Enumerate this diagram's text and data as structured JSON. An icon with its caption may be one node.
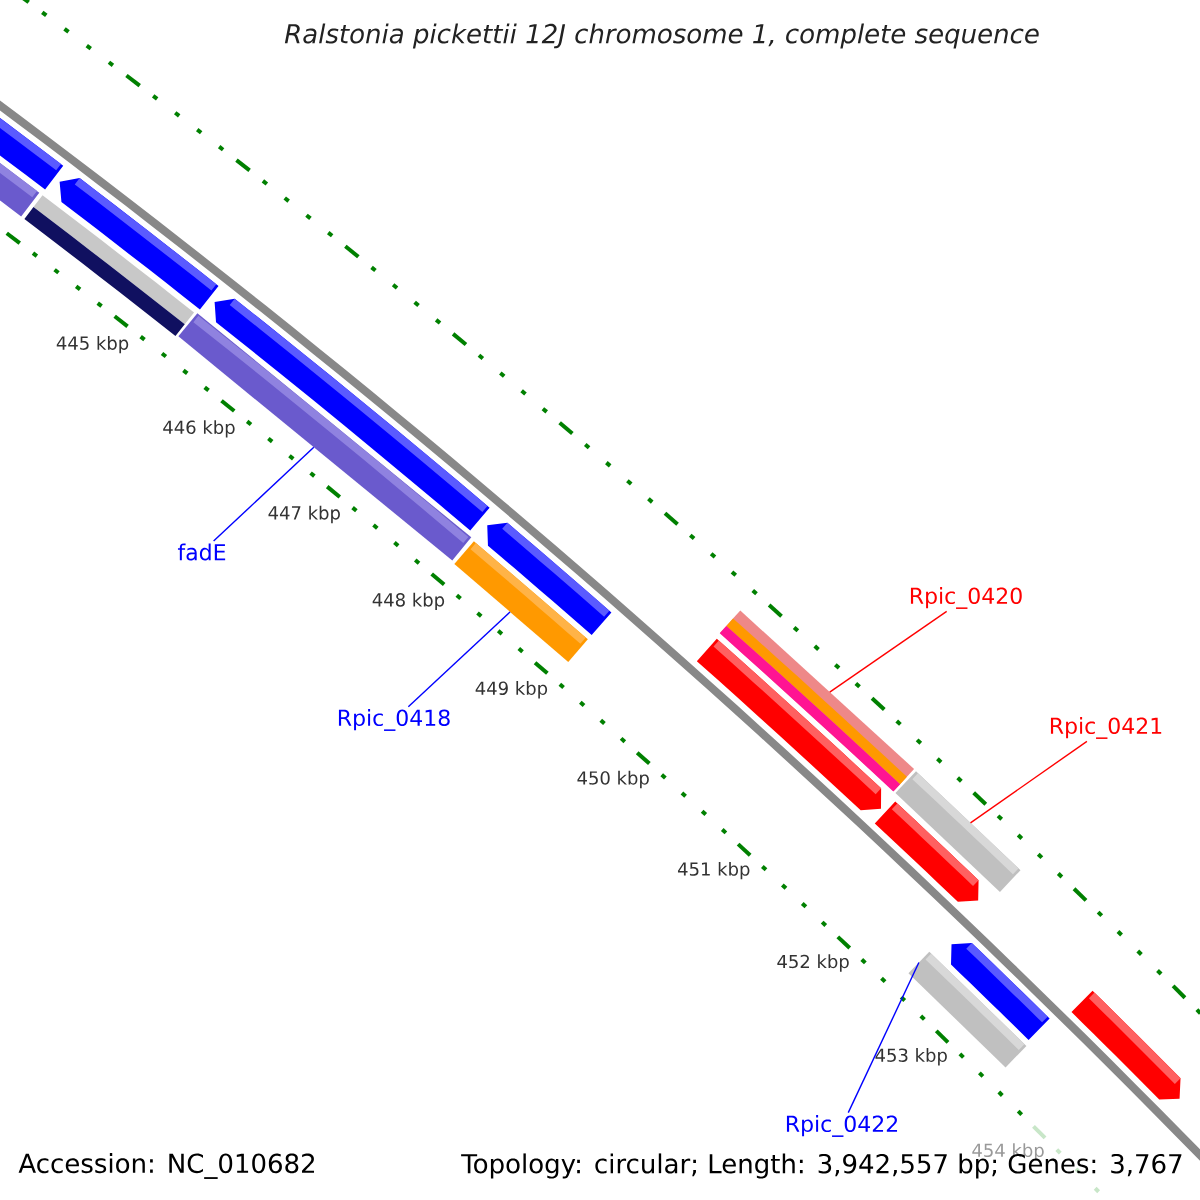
{
  "diagram": {
    "title": "Ralstonia pickettii 12J chromosome 1, complete sequence",
    "nodes": [
      {
        "text": [
          "fadE"
        ]
      },
      {
        "text": [],
        "shape": "bar"
      },
      {
        "text": [
          "Rpic_0418"
        ]
      },
      {
        "text": [],
        "shape": "bar"
      },
      {
        "text": [
          "Rpic_0420"
        ]
      },
      {
        "text": [],
        "shape": "bar"
      },
      {
        "text": [
          "Rpic_0421"
        ]
      },
      {
        "text": [],
        "shape": "bar"
      },
      {
        "text": [
          "Rpic_0422"
        ]
      },
      {
        "text": [],
        "shape": "bar"
      }
    ],
    "edges": [
      {
        "from": 0,
        "to": 1,
        "arrow": "none"
      },
      {
        "from": 2,
        "to": 3,
        "arrow": "none"
      },
      {
        "from": 4,
        "to": 5,
        "arrow": "none",
        "color": "#ff0000"
      },
      {
        "from": 6,
        "to": 7,
        "arrow": "none",
        "color": "#ff0000"
      },
      {
        "from": 8,
        "to": 9,
        "arrow": "none"
      }
    ],
    "labels": [
      "445 kbp",
      "446 kbp",
      "447 kbp",
      "448 kbp",
      "449 kbp",
      "450 kbp",
      "451 kbp",
      "452 kbp",
      "453 kbp",
      "454 kbp",
      "Accession: NC_010682",
      "Topology: circular; Length: 3,942,557 bp; Genes: 3,767"
    ]
  }
}
